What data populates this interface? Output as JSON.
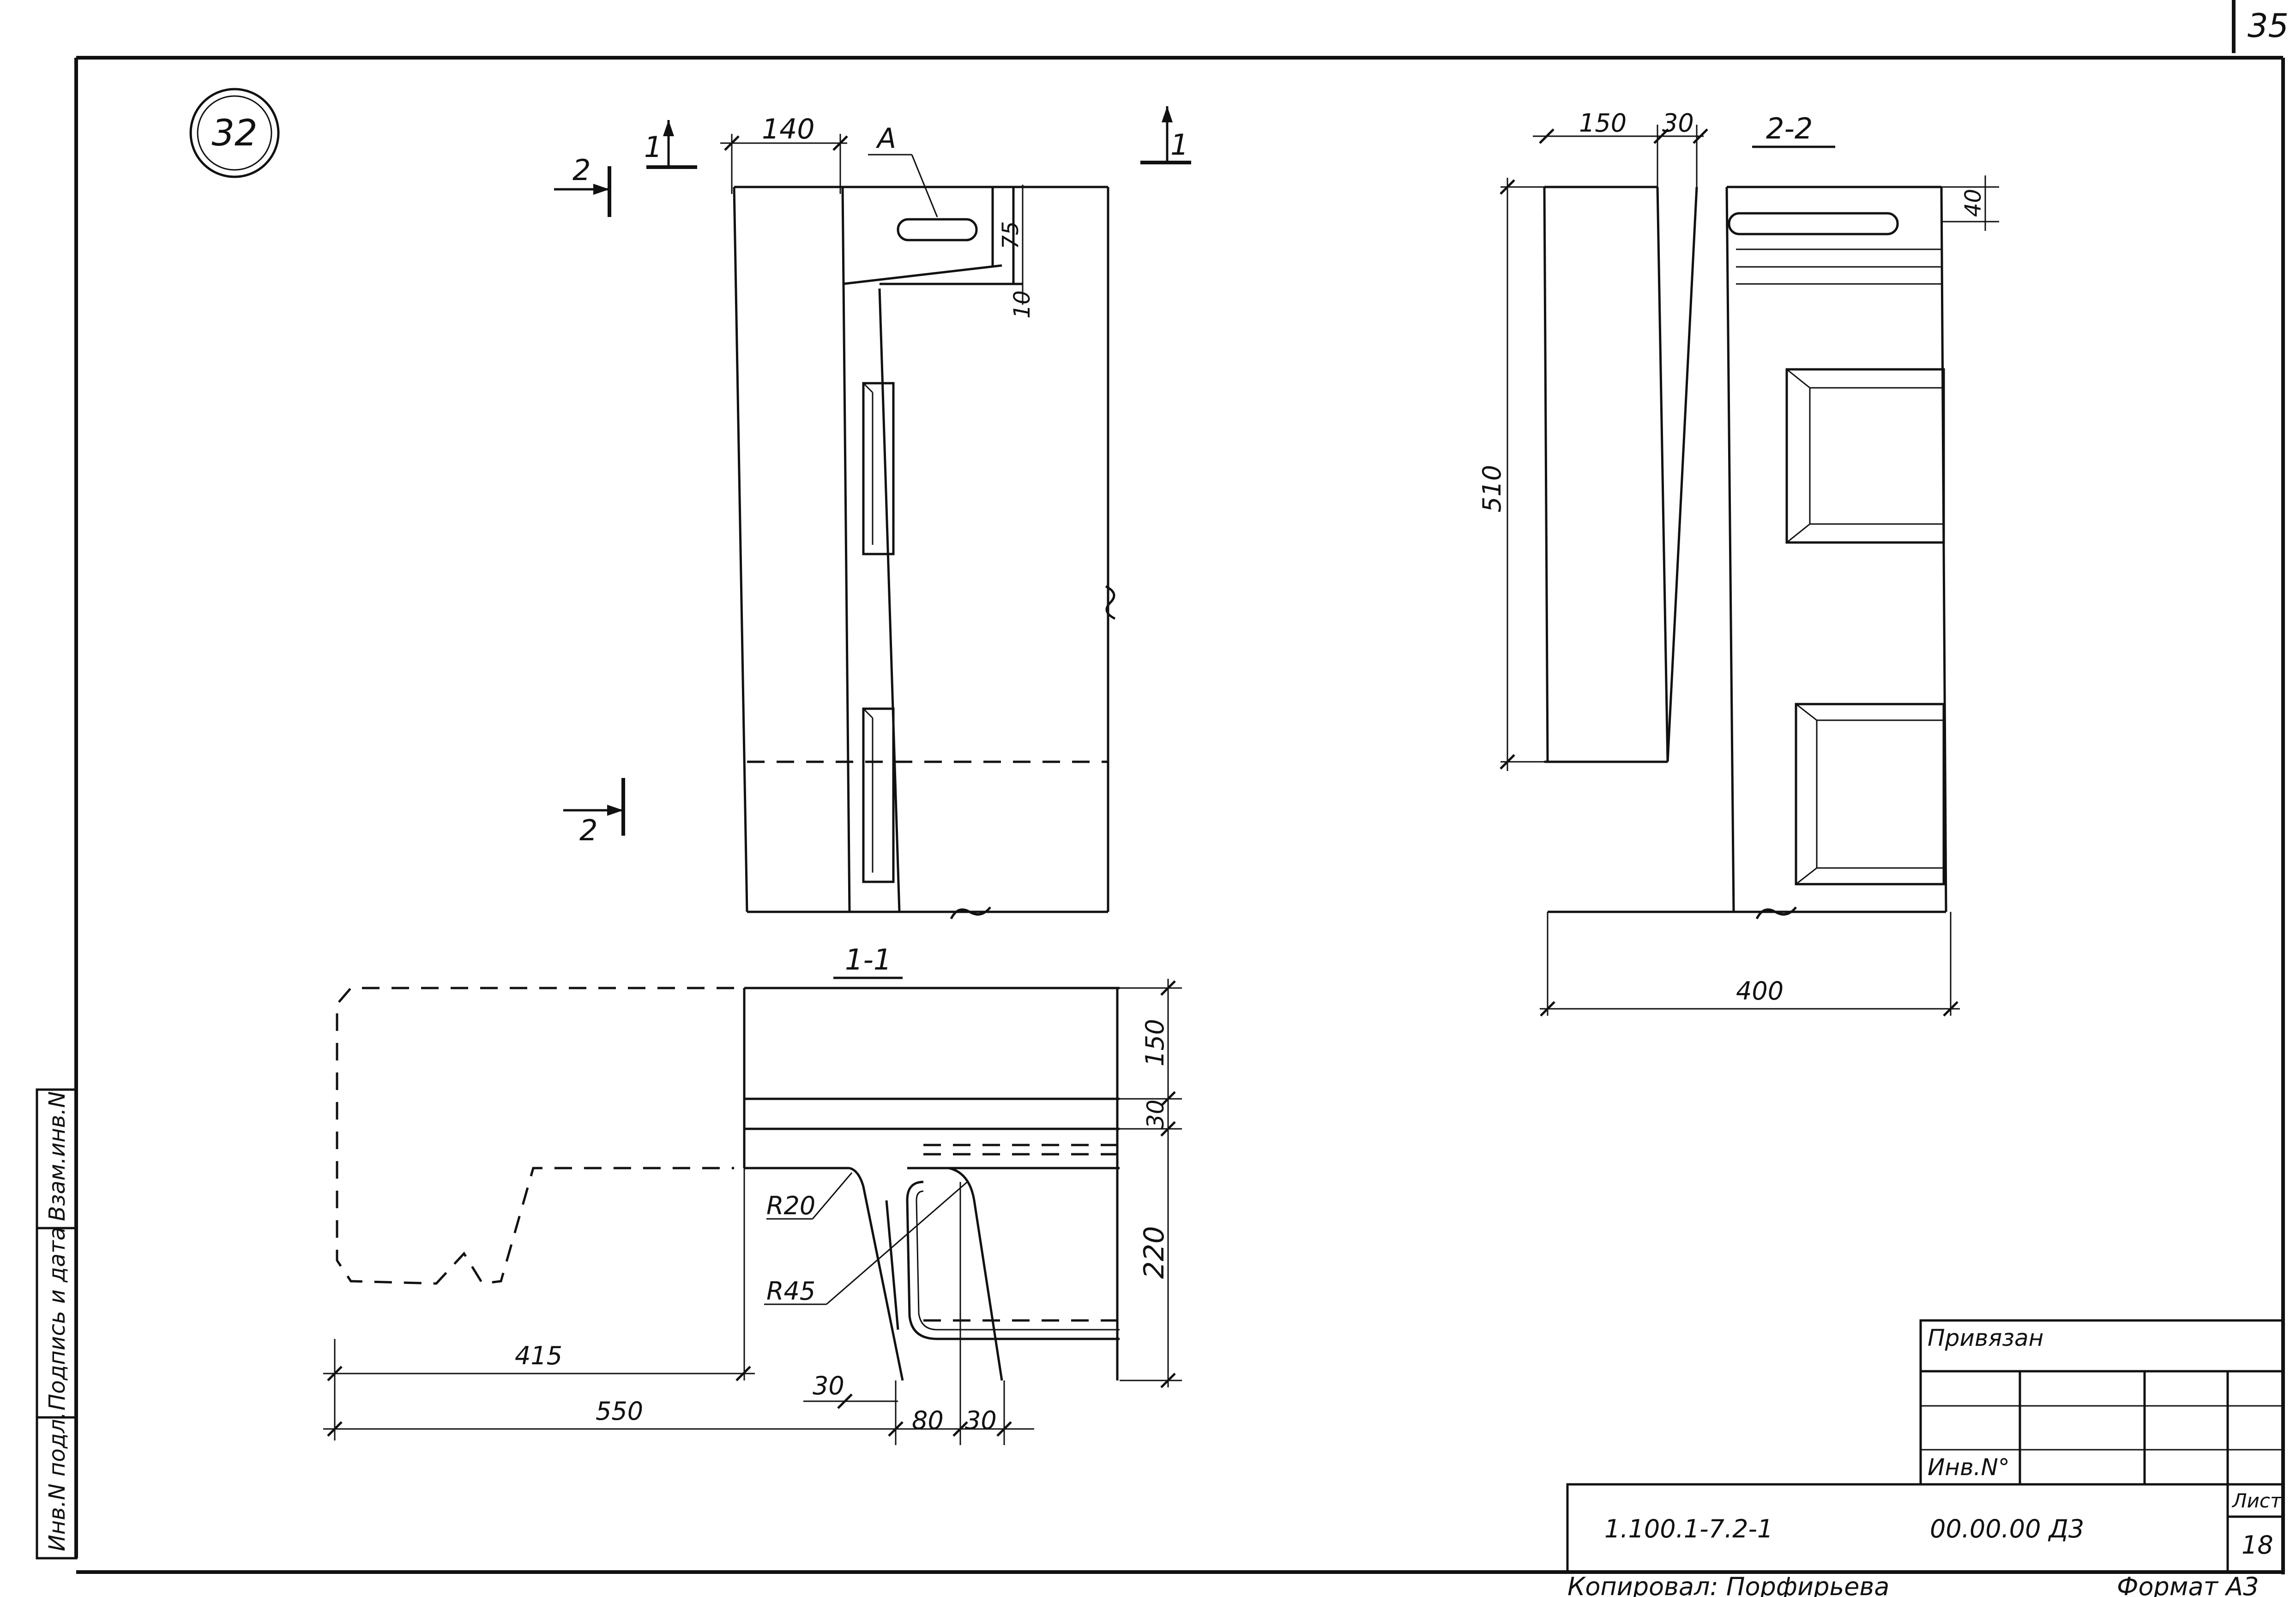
{
  "page_number": "35",
  "detail_number": "32",
  "section_labels": {
    "cut_1_top": "1",
    "cut_1_top_right": "1",
    "cut_2_top": "2",
    "cut_2_bottom": "2",
    "section_1_1": "1-1",
    "section_2_2": "2-2",
    "detail_a": "А"
  },
  "dimensions": {
    "front_width": "140",
    "slot_height": "75",
    "gap": "10",
    "side_width": "150",
    "side_gap": "30",
    "top_offset": "40",
    "height": "510",
    "total_width": "400",
    "plan_150": "150",
    "plan_30": "30",
    "plan_220": "220",
    "radius_small": "R20",
    "radius_large": "R45",
    "plan_415": "415",
    "plan_550": "550",
    "plan_30b": "30",
    "plan_80": "80",
    "plan_30c": "30"
  },
  "side_stamp": {
    "cell1": "Инв.N подл.",
    "cell2": "Подпись и дата",
    "cell3": "Взам.инв.N"
  },
  "title_block": {
    "privyazan": "Привязан",
    "inv_no": "Инв.N°",
    "designation": "1.100.1-7.2-1",
    "code": "00.00.00 Д3",
    "sheet_label": "Лист",
    "sheet_number": "18"
  },
  "footer": {
    "copied": "Копировал: Порфирьева",
    "format": "Формат А3"
  }
}
